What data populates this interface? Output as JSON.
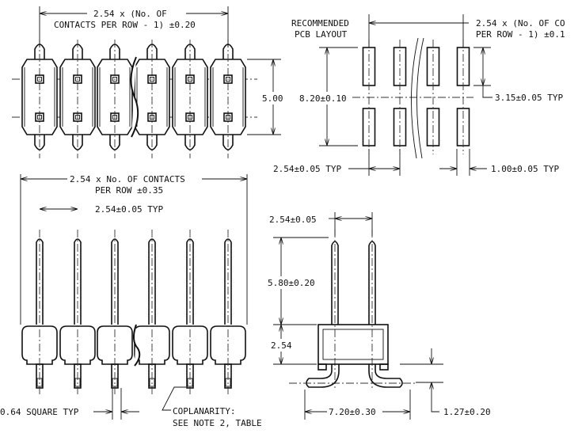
{
  "top_view": {
    "pitch_line1": "2.54 x (No. OF",
    "pitch_line2": "CONTACTS PER ROW - 1) ±0.20",
    "height": "5.00"
  },
  "pcb_layout": {
    "title_line1": "RECOMMENDED",
    "title_line2": "PCB LAYOUT",
    "pitch_line1": "2.54 x (No. OF CO",
    "pitch_line2": "PER ROW - 1) ±0.1",
    "row_span": "8.20±0.10",
    "pad_length": "3.15±0.05 TYP",
    "pad_pitch": "2.54±0.05 TYP",
    "pad_width": "1.00±0.05 TYP"
  },
  "front_view": {
    "length_line1": "2.54 x No. OF CONTACTS",
    "length_line2": "PER ROW ±0.35",
    "pitch": "2.54±0.05 TYP",
    "pin_size": "0.64 SQUARE TYP",
    "coplanarity_line1": "COPLANARITY:",
    "coplanarity_line2": "SEE NOTE 2, TABLE"
  },
  "side_view": {
    "row_pitch": "2.54±0.05",
    "pin_height": "5.80±0.20",
    "body_height": "2.54",
    "lead_span": "7.20±0.30",
    "standoff": "1.27±0.20"
  }
}
